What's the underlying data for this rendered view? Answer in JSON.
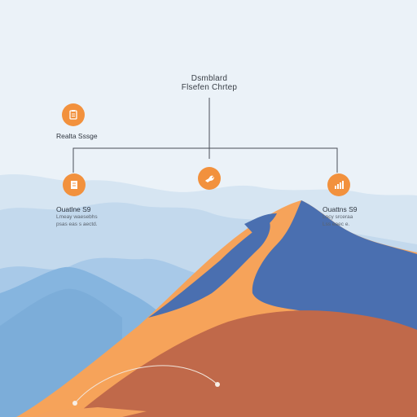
{
  "title": {
    "line1": "Dsmblard",
    "line2": "Flsefen Chrtep"
  },
  "nodes": {
    "top_left": {
      "label": "Realta Sssge",
      "icon": "clipboard-icon"
    },
    "left": {
      "label": "Ouatlne S9",
      "sub1": "Lmeay waesebhs",
      "sub2": "psas eas s aectd.",
      "icon": "document-icon"
    },
    "center": {
      "icon": "hand-wrench-icon"
    },
    "right": {
      "label": "Ouattns S9",
      "sub1": "Lncy srceraa",
      "sub2": "Lss eaec e.",
      "icon": "bar-chart-icon"
    }
  },
  "colors": {
    "sky": "#ebf2f8",
    "mountain_far": "#cfe0ef",
    "mountain_mid": "#a9c8e6",
    "mountain_near": "#7fb0dc",
    "orange": "#f6a35a",
    "orange_dark": "#c06a45",
    "blue": "#4a70b0",
    "icon": "#f2913d",
    "line": "#4a4f57"
  }
}
